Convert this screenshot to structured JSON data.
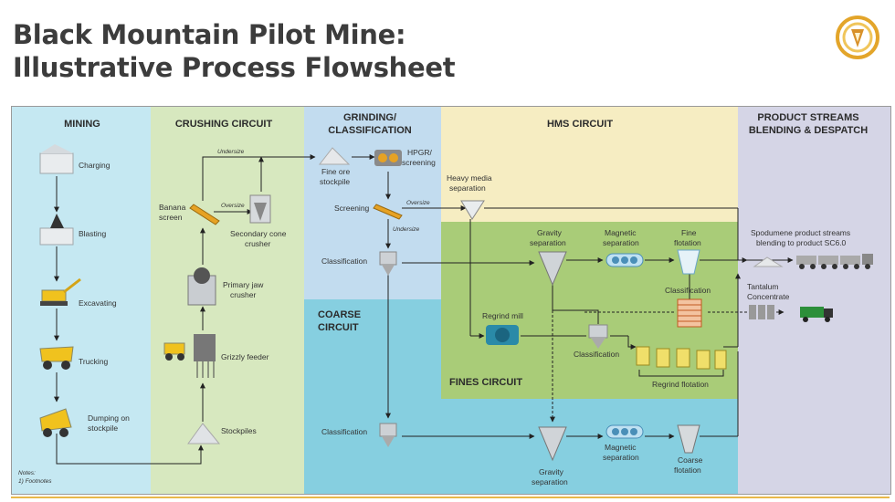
{
  "title": {
    "line1": "Black Mountain Pilot Mine:",
    "line2": "Illustrative Process Flowsheet"
  },
  "headers": {
    "mining": "MINING",
    "crushing": "CRUSHING CIRCUIT",
    "grinding1": "GRINDING/",
    "grinding2": "CLASSIFICATION",
    "hms": "HMS CIRCUIT",
    "product1": "PRODUCT STREAMS",
    "product2": "BLENDING & DESPATCH",
    "coarse1": "COARSE",
    "coarse2": "CIRCUIT",
    "fines": "FINES CIRCUIT"
  },
  "mining": {
    "charging": "Charging",
    "blasting": "Blasting",
    "excavating": "Excavating",
    "trucking": "Trucking",
    "dumping1": "Dumping on",
    "dumping2": "stockpile"
  },
  "crushing": {
    "banana1": "Banana",
    "banana2": "screen",
    "secondary1": "Secondary cone",
    "secondary2": "crusher",
    "primary1": "Primary jaw",
    "primary2": "crusher",
    "grizzly": "Grizzly feeder",
    "stockpiles": "Stockpiles",
    "undersize": "Undersize",
    "oversize": "Oversize"
  },
  "grinding": {
    "fine_ore1": "Fine ore",
    "fine_ore2": "stockpile",
    "hpgr1": "HPGR/",
    "hpgr2": "screening",
    "screening": "Screening",
    "oversize": "Oversize",
    "undersize": "Undersize",
    "classification": "Classification",
    "classification_coarse": "Classification"
  },
  "hms": {
    "heavy1": "Heavy media",
    "heavy2": "separation",
    "gravity1": "Gravity",
    "gravity2": "separation",
    "magnetic1": "Magnetic",
    "magnetic2": "separation",
    "fine_flot1": "Fine",
    "fine_flot2": "flotation",
    "classification": "Classification",
    "regrind_mill": "Regrind mill",
    "classification2": "Classification",
    "regrind_flot": "Regrind flotation"
  },
  "coarse": {
    "gravity1": "Gravity",
    "gravity2": "separation",
    "magnetic1": "Magnetic",
    "magnetic2": "separation",
    "coarse_flot1": "Coarse",
    "coarse_flot2": "flotation"
  },
  "product": {
    "spodumene1": "Spodumene product streams",
    "spodumene2": "blending to product SC6.0",
    "tantalum1": "Tantalum",
    "tantalum2": "Concentrate"
  },
  "notes": {
    "line1": "Notes:",
    "line2": "1)  Footnotes"
  },
  "colors": {
    "mining": "#c5e8f2",
    "crushing": "#d7e8bf",
    "grinding": "#c2dcef",
    "hms": "#f6edc2",
    "product": "#d5d5e6",
    "coarse": "#86cfe0",
    "fines": "#a9cc78",
    "accent": "#e8b84a"
  }
}
